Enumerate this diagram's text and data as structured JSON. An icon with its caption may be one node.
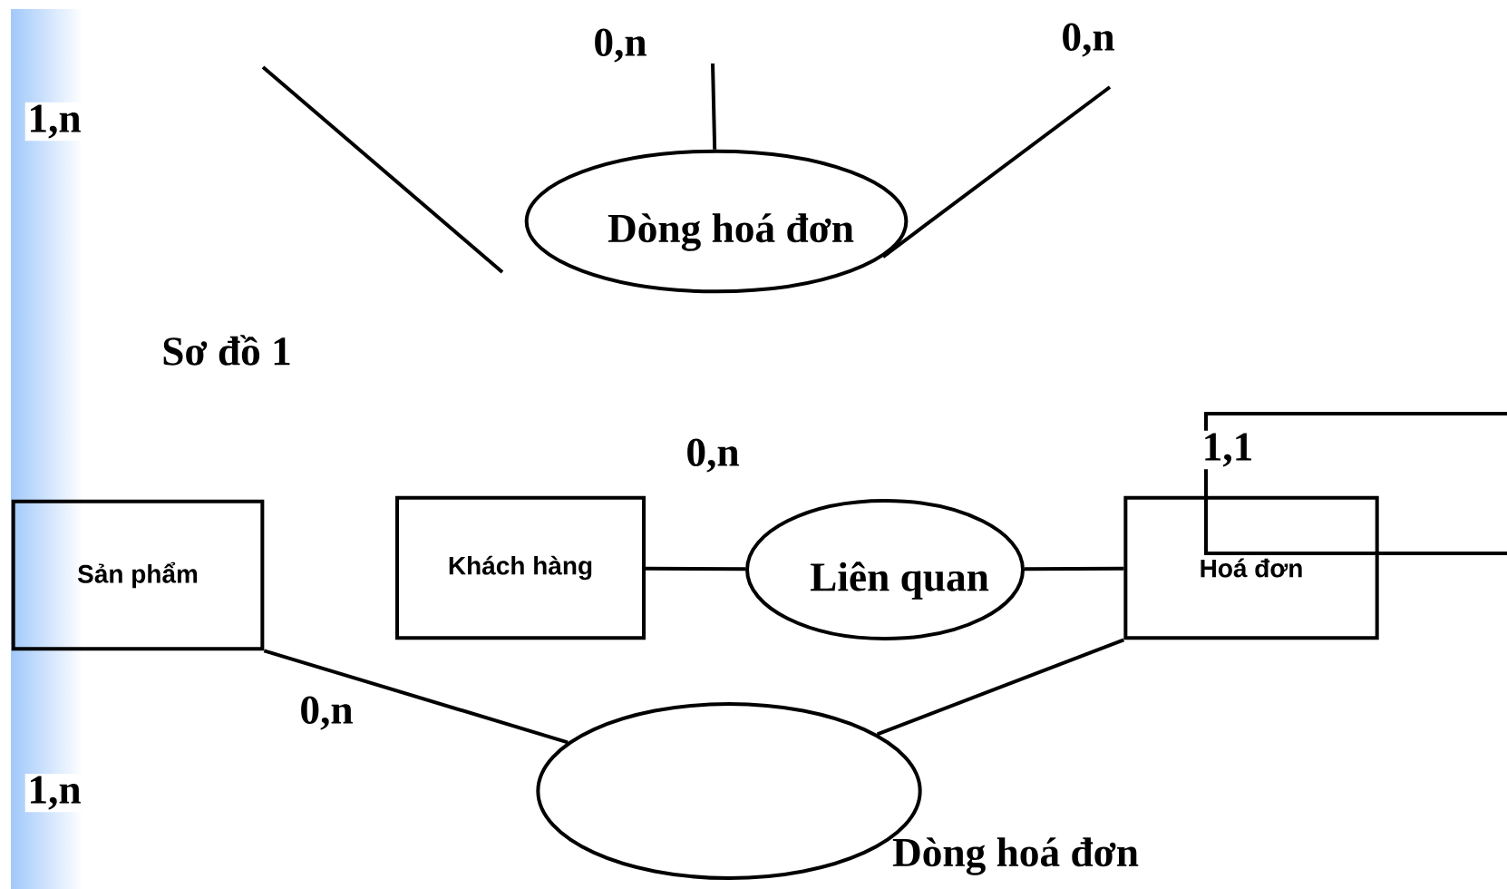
{
  "diagram": {
    "nodes": [
      {
        "text": [
          "Dòng hoá đơn"
        ]
      },
      {
        "text": [
          "Sản phẩm"
        ]
      },
      {
        "text": [
          "Khách hàng"
        ]
      },
      {
        "text": [
          "Liên quan"
        ]
      },
      {
        "text": [
          "Hoá đơn"
        ]
      },
      {
        "text": [],
        "shape": "circle",
        "beside": [
          "Dòng hoá đơn"
        ]
      }
    ],
    "edges": [
      {
        "from": null,
        "to": 0,
        "arrow": "none"
      },
      {
        "from": null,
        "to": 0,
        "arrow": "none"
      },
      {
        "from": 2,
        "to": 3,
        "arrow": "none"
      },
      {
        "from": 3,
        "to": 4,
        "arrow": "none"
      },
      {
        "from": 1,
        "to": 5,
        "arrow": "none"
      },
      {
        "from": 5,
        "to": 4,
        "arrow": "none"
      }
    ],
    "labels": [
      "0,n",
      "0,n",
      "1,n",
      "Sơ đồ 1",
      "0,n",
      "1,1",
      "0,n",
      "1,n"
    ]
  }
}
